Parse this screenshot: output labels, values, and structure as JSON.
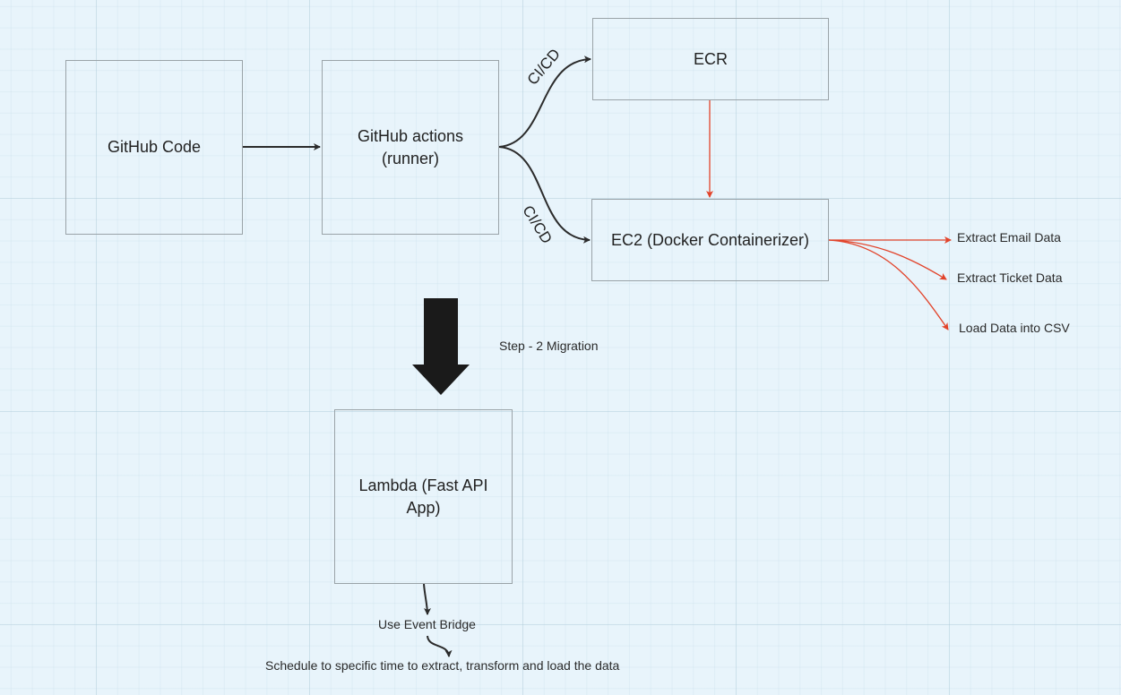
{
  "boxes": {
    "github_code": "GitHub Code",
    "github_actions": "GitHub actions\n(runner)",
    "ecr": "ECR",
    "ec2": "EC2 (Docker Containerizer)",
    "lambda": "Lambda (Fast API\nApp)"
  },
  "connector_labels": {
    "cicd_top": "CI/CD",
    "cicd_bottom": "CI/CD"
  },
  "notes": {
    "extract_email": "Extract Email Data",
    "extract_ticket": "Extract Ticket Data",
    "load_csv": "Load Data into CSV",
    "step2": "Step - 2 Migration",
    "event_bridge": "Use Event Bridge",
    "schedule": "Schedule to specific time to extract, transform and load the data"
  },
  "colors": {
    "canvas_background": "#e8f4fb",
    "box_border": "#9aa3a8",
    "connector_dark": "#2b2b2b",
    "connector_red": "#e2432a",
    "big_arrow": "#1a1a1a"
  }
}
